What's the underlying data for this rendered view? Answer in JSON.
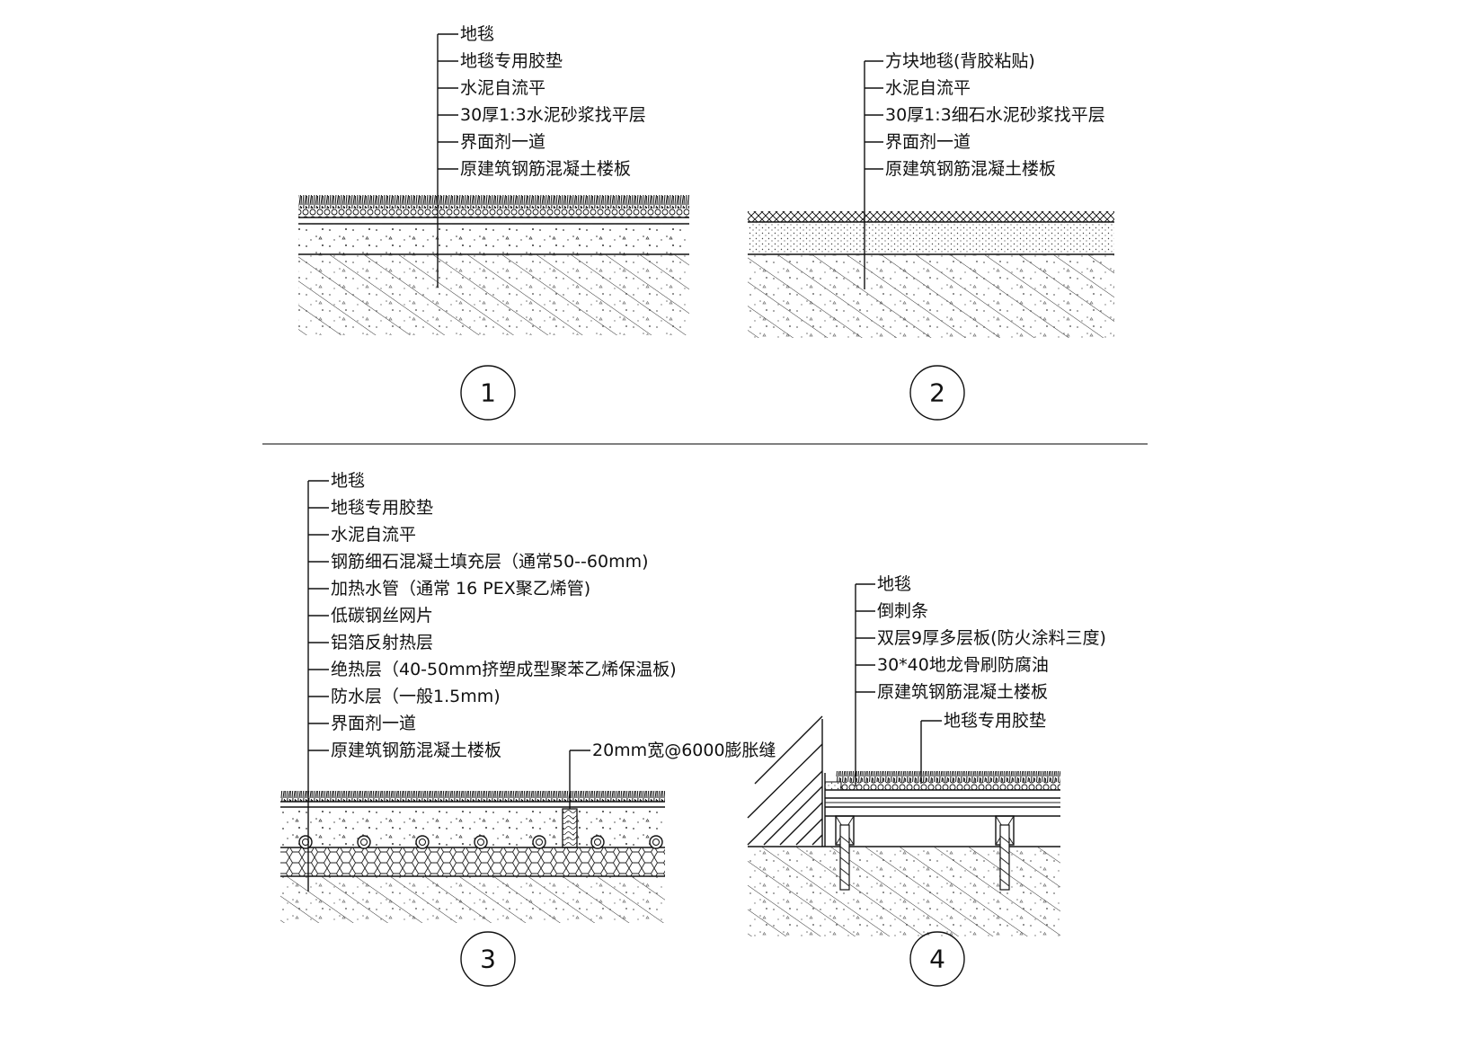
{
  "details": [
    {
      "number": "1",
      "labels": [
        "地毯",
        "地毯专用胶垫",
        "水泥自流平",
        "30厚1:3水泥砂浆找平层",
        "界面剂一道",
        "原建筑钢筋混凝土楼板"
      ]
    },
    {
      "number": "2",
      "labels": [
        "方块地毯(背胶粘贴)",
        "水泥自流平",
        "30厚1:3细石水泥砂浆找平层",
        "界面剂一道",
        "原建筑钢筋混凝土楼板"
      ]
    },
    {
      "number": "3",
      "labels": [
        "地毯",
        "地毯专用胶垫",
        "水泥自流平",
        "钢筋细石混凝土填充层（通常50--60mm)",
        "加热水管（通常 16 PEX聚乙烯管)",
        "低碳钢丝网片",
        "铝箔反射热层",
        "绝热层（40-50mm挤塑成型聚苯乙烯保温板)",
        "防水层（一般1.5mm)",
        "界面剂一道",
        "原建筑钢筋混凝土楼板"
      ],
      "joint_label": "20mm宽@6000膨胀缝"
    },
    {
      "number": "4",
      "labels": [
        "地毯",
        "倒刺条",
        "双层9厚多层板(防火涂料三度)",
        "30*40地龙骨刷防腐油",
        "原建筑钢筋混凝土楼板"
      ],
      "pad_label": "地毯专用胶垫"
    }
  ]
}
